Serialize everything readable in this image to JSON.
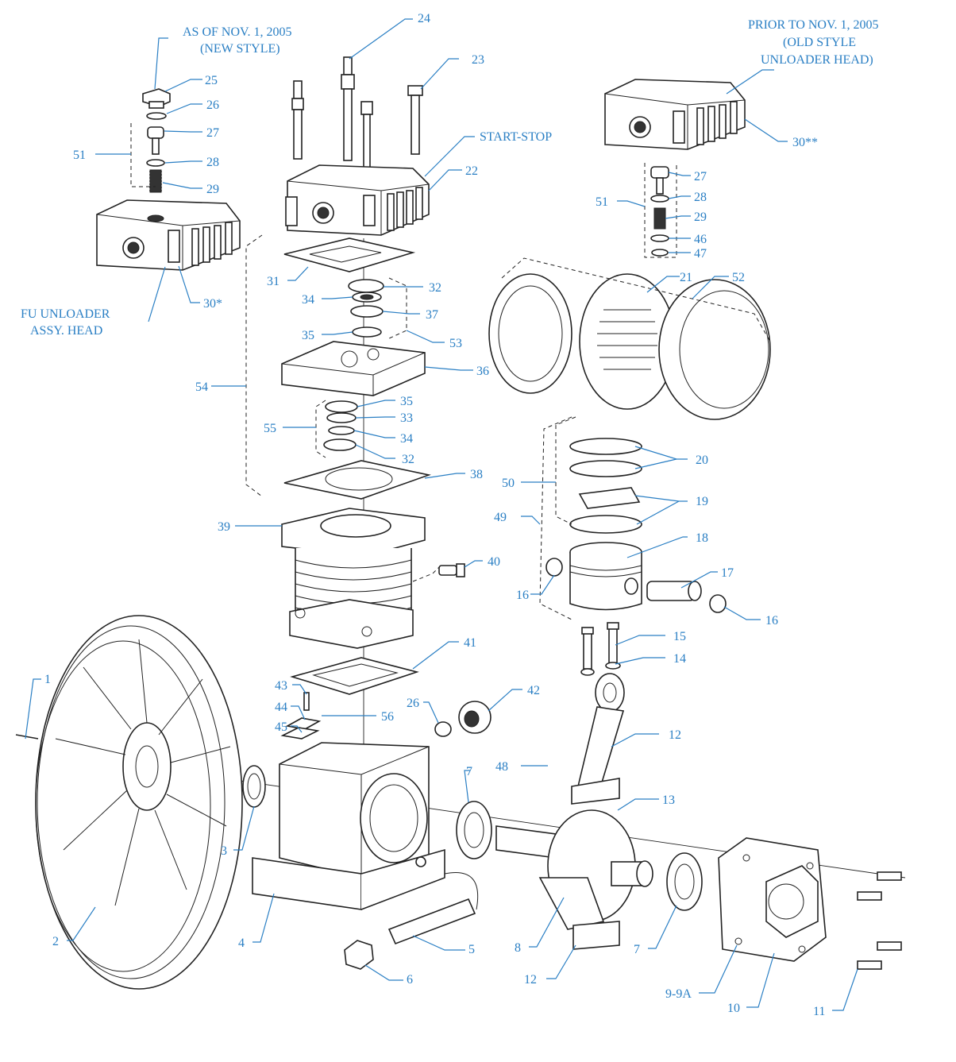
{
  "diagram": {
    "labels": {
      "p1": "1",
      "p2": "2",
      "p3": "3",
      "p4": "4",
      "p5": "5",
      "p6": "6",
      "p7a": "7",
      "p7b": "7",
      "p8": "8",
      "p9": "9-9A",
      "p10": "10",
      "p11": "11",
      "p12a": "12",
      "p12b": "12",
      "p13": "13",
      "p14": "14",
      "p15": "15",
      "p16a": "16",
      "p16b": "16",
      "p17": "17",
      "p18": "18",
      "p19": "19",
      "p20": "20",
      "p21": "21",
      "p22": "22",
      "p23": "23",
      "p24": "24",
      "p25": "25",
      "p26a": "26",
      "p26b": "26",
      "p27a": "27",
      "p27b": "27",
      "p28a": "28",
      "p28b": "28",
      "p29a": "29",
      "p29b": "29",
      "p30a": "30*",
      "p30b": "30**",
      "p31": "31",
      "p32a": "32",
      "p32b": "32",
      "p33": "33",
      "p34a": "34",
      "p34b": "34",
      "p35a": "35",
      "p35b": "35",
      "p36": "36",
      "p37": "37",
      "p38": "38",
      "p39": "39",
      "p40": "40",
      "p41": "41",
      "p42": "42",
      "p43": "43",
      "p44": "44",
      "p45": "45",
      "p46": "46",
      "p47": "47",
      "p48": "48",
      "p49": "49",
      "p50": "50",
      "p51a": "51",
      "p51b": "51",
      "p52": "52",
      "p53": "53",
      "p54": "54",
      "p55": "55",
      "p56": "56"
    },
    "notes": {
      "new_style_l1": "AS OF NOV. 1, 2005",
      "new_style_l2": "(NEW STYLE)",
      "old_style_l1": "PRIOR TO NOV. 1, 2005",
      "old_style_l2": "(OLD STYLE",
      "old_style_l3": "UNLOADER HEAD)",
      "start_stop": "START-STOP",
      "fu_l1": "FU UNLOADER",
      "fu_l2": "ASSY. HEAD"
    },
    "colors": {
      "callout": "#2a7fc4",
      "line_art": "#222222"
    }
  }
}
